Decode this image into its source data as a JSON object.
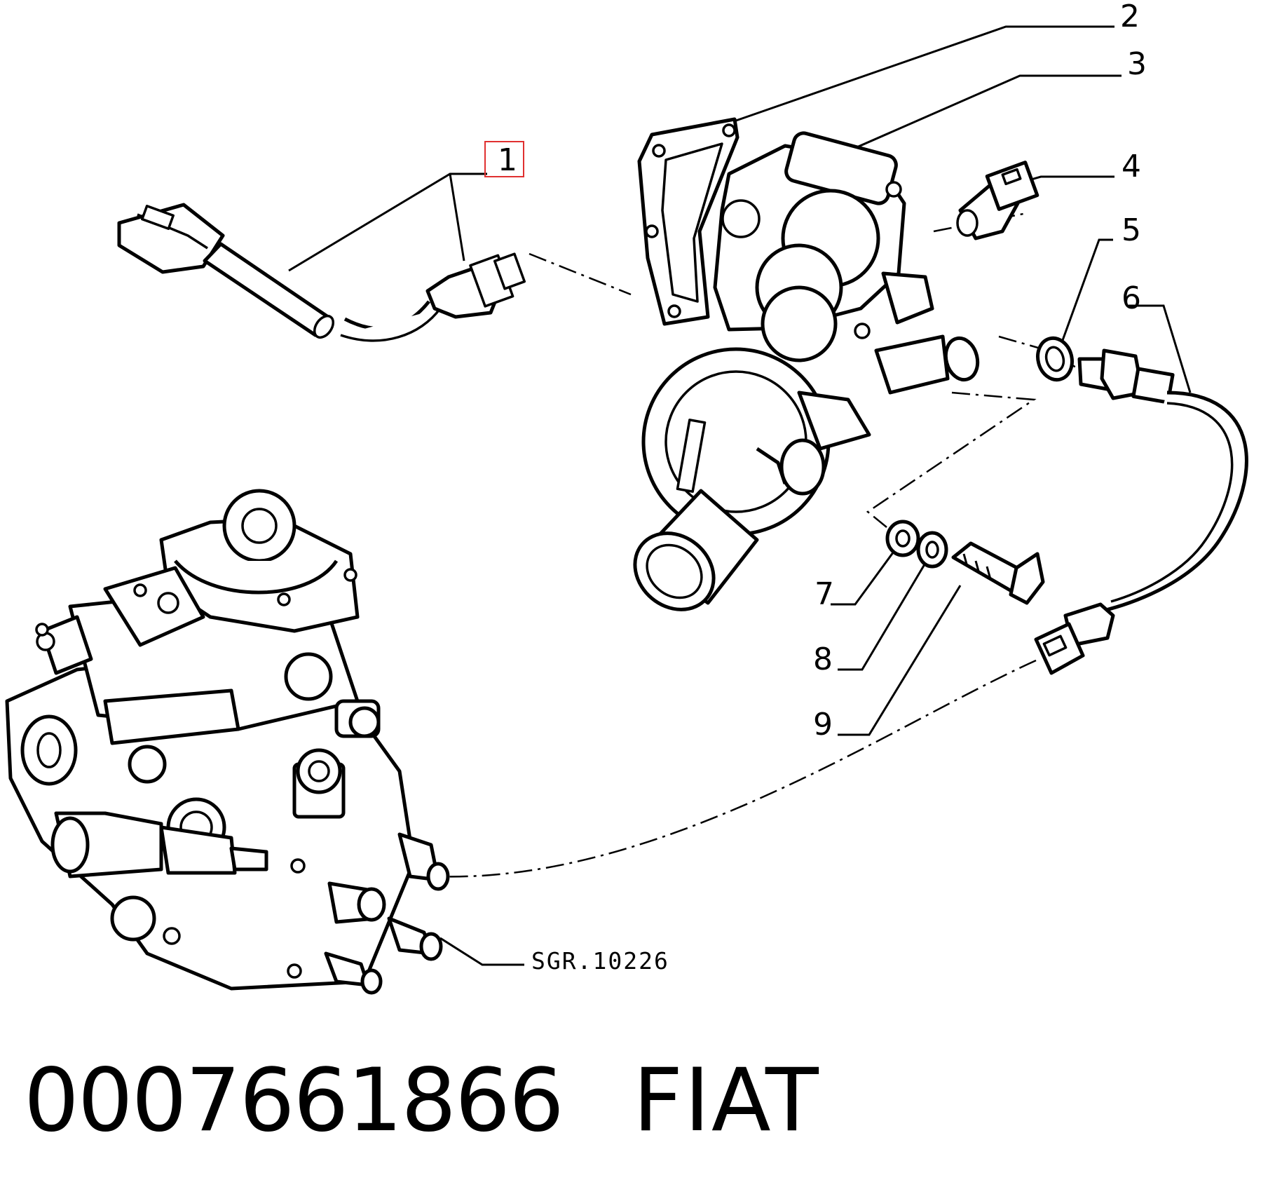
{
  "callouts": {
    "c1": "1",
    "c2": "2",
    "c3": "3",
    "c4": "4",
    "c5": "5",
    "c6": "6",
    "c7": "7",
    "c8": "8",
    "c9": "9"
  },
  "reference_code": "SGR.10226",
  "part_number": "0007661866",
  "brand": "FIAT",
  "highlight_color": "#e03030"
}
